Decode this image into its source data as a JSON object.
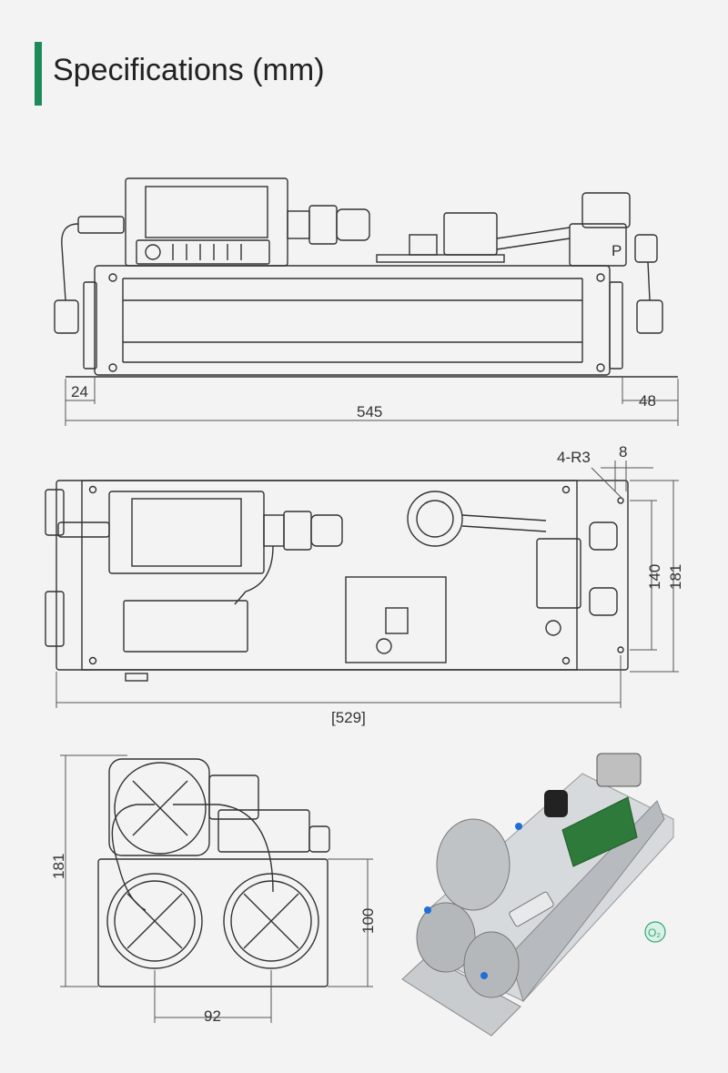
{
  "header": {
    "title": "Specifications (mm)",
    "accent_color": "#1e8a5a"
  },
  "side_view": {
    "dim_left_offset": "24",
    "dim_total_length": "545",
    "dim_right_offset": "48",
    "gauge_label": "P"
  },
  "top_view": {
    "mount_hole_label": "4-R3",
    "dim_hole_offset": "8",
    "dim_inner_width": "140",
    "dim_outer_width": "181",
    "dim_length_ref": "[529]"
  },
  "end_view": {
    "dim_height": "181",
    "dim_body_height": "100",
    "dim_filter_spacing": "92"
  },
  "product_photo": {
    "o2_badge": "O₂",
    "o2_color": "#3aa57a"
  },
  "colors": {
    "line": "#333333",
    "background": "#f3f3f3"
  }
}
